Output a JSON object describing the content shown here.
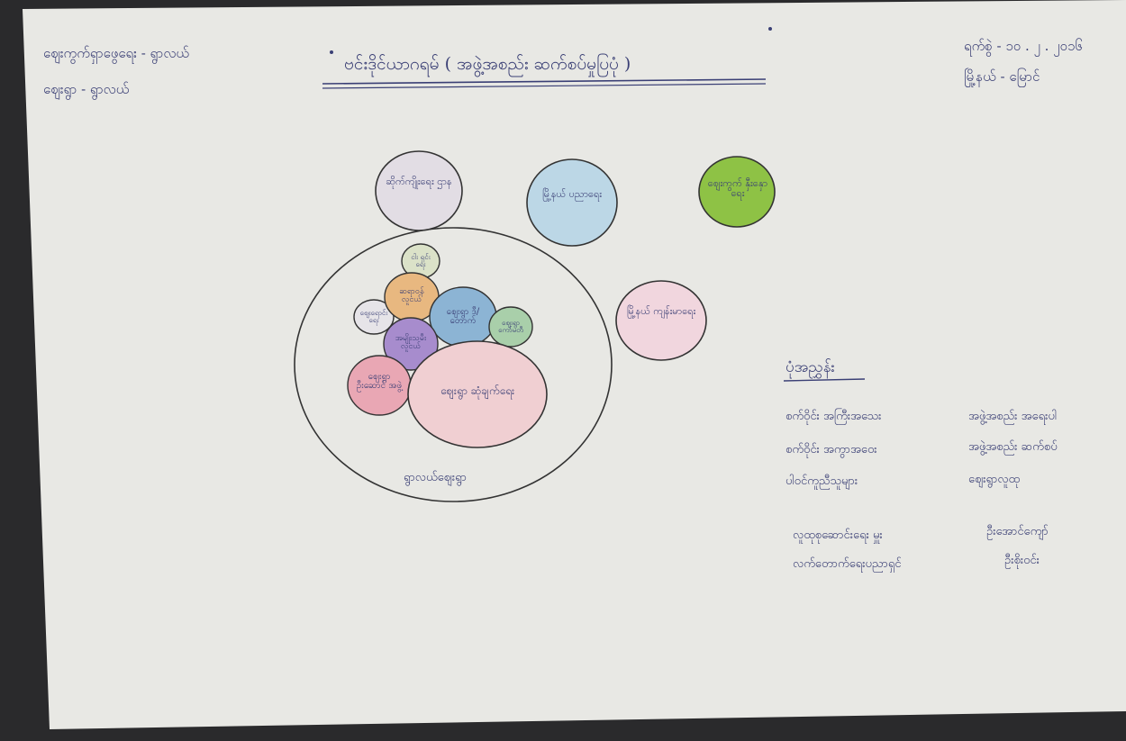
{
  "header": {
    "left_line1": "ဈေးကွက်ရှာဖွေရေး - ရွာလယ်",
    "left_line2": "ဈေးရွာ - ရွာလယ်",
    "title": "ဗင်းဒိုင်ယာဂရမ် ( အဖွဲ့အစည်း ဆက်စပ်မှုပြပုံ )",
    "right_line1": "ရက်စွဲ - ၁၀ . ၂ . ၂၀၁၆",
    "right_line2": "မြို့နယ် - မြောင်"
  },
  "circles": {
    "top1": "ဆိုက်ကျိုးရေး ဌာန",
    "top2": "မြို့နယ် ပညာရေး",
    "top3": "ဈေးကွက် နှီးနှောရေး",
    "right": "မြို့နယ် ကျန်းမာရေး",
    "tiny": "ငါး ရှင်း ရေး",
    "small_left": "ဈေးရောင်း ရေး",
    "orange": "ဆရာဝန် လူငယ်",
    "blue": "ဈေးရွာ ဒီ/တောက်",
    "purple": "အမျိုးသမီး လူငယ်",
    "green_small": "ဈေးရွာ ကော်မတီ",
    "pink_left": "ဈေးရွာ ဦးဆောင် အဖွဲ့",
    "pink_big": "ဈေးရွာ ဆုံချက်ရေး",
    "outer_label": "ရွာလယ်ဈေးရွာ"
  },
  "legend": {
    "heading": "ပုံအညွှန်း",
    "rows": [
      {
        "left": "စက်ဝိုင်း အကြီးအသေး",
        "right": "အဖွဲ့အစည်း အရေးပါ"
      },
      {
        "left": "စက်ဝိုင်း အကွာအဝေး",
        "right": "အဖွဲ့အစည်း ဆက်စပ်"
      },
      {
        "left": "ပါဝင်ကူညီသူများ",
        "right": "ဈေးရွာလူထု"
      },
      {
        "left": "လူထုစုဆောင်းရေး မှူး",
        "right": "ဦးအောင်ကျော်"
      },
      {
        "left": "လက်တောက်ရေးပညာရှင်",
        "right": "ဦးစိုးဝင်း"
      }
    ]
  },
  "colors": {
    "paper": "#e8e8e4",
    "ink": "#3a3f75",
    "top1_fill": "#e2dde4",
    "top2_fill": "#bcd7e6",
    "top3_fill": "#8ec245",
    "right_fill": "#f1d6de",
    "tiny_fill": "#dbe2c8",
    "orange_fill": "#e8b880",
    "blue_fill": "#8cb4d4",
    "purple_fill": "#a78ccd",
    "green_small_fill": "#a9cfaa",
    "pink_left_fill": "#e9a7b4",
    "pink_big_fill": "#f0cfd2"
  }
}
